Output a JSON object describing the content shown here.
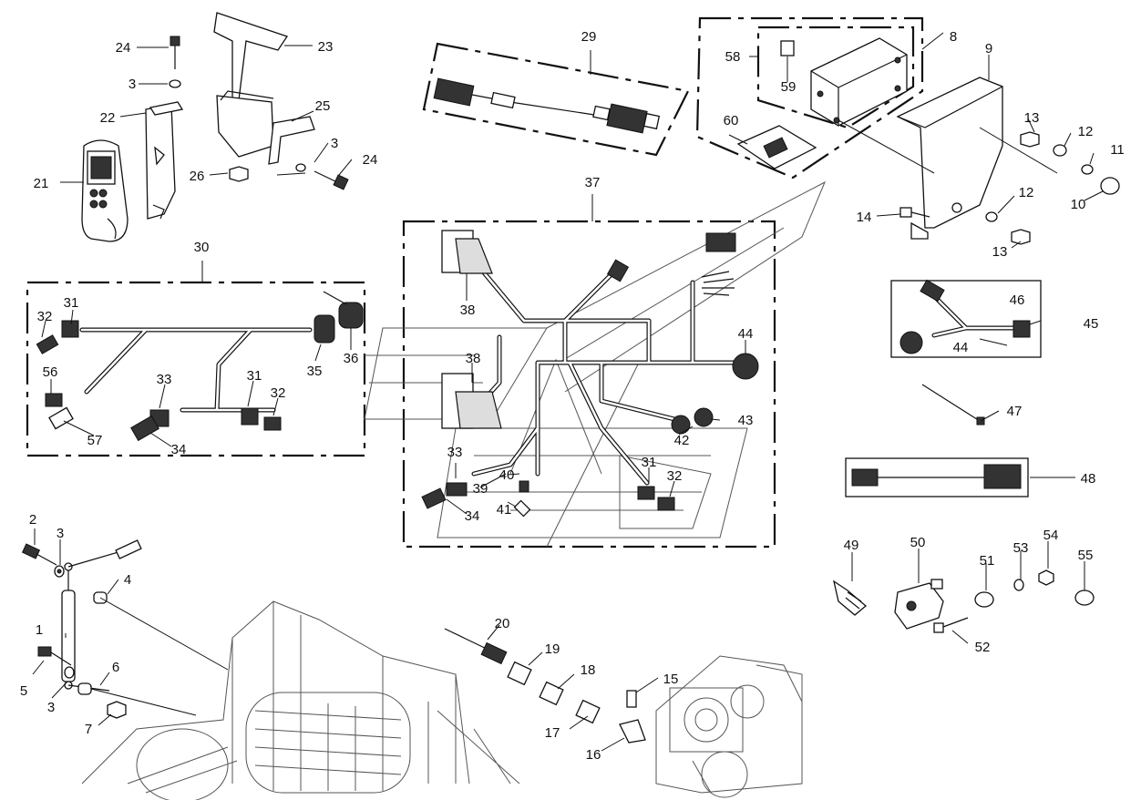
{
  "labels": [
    "1",
    "2",
    "3",
    "4",
    "5",
    "6",
    "7",
    "8",
    "9",
    "10",
    "11",
    "12",
    "13",
    "14",
    "15",
    "16",
    "17",
    "18",
    "19",
    "20",
    "21",
    "22",
    "23",
    "24",
    "25",
    "26",
    "29",
    "30",
    "31",
    "32",
    "33",
    "34",
    "35",
    "36",
    "37",
    "38",
    "39",
    "40",
    "41",
    "42",
    "43",
    "44",
    "45",
    "46",
    "47",
    "48",
    "49",
    "50",
    "51",
    "52",
    "53",
    "54",
    "55",
    "56",
    "57",
    "58",
    "59",
    "60"
  ]
}
